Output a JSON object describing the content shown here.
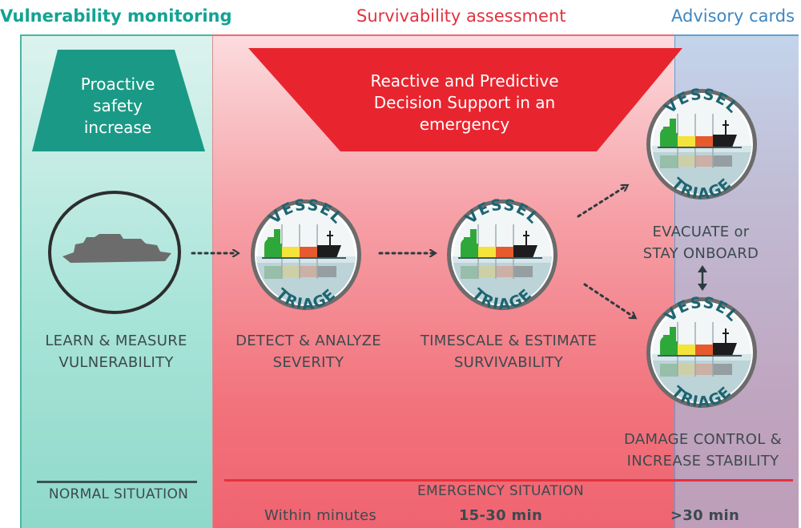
{
  "headers": {
    "vulnerability": "Vulnerability monitoring",
    "survivability": "Survivability assessment",
    "advisory": "Advisory cards"
  },
  "trapezoids": {
    "green": [
      "Proactive",
      "safety",
      "increase"
    ],
    "red": [
      "Reactive and Predictive",
      "Decision Support in an",
      "emergency"
    ]
  },
  "badge": {
    "top_text": "VESSEL",
    "bottom_text": "TRIAGE"
  },
  "steps": {
    "learn": [
      "LEARN & MEASURE",
      "VULNERABILITY"
    ],
    "detect": [
      "DETECT & ANALYZE",
      "SEVERITY"
    ],
    "timescale": [
      "TIMESCALE & ESTIMATE",
      "SURVIVABILITY"
    ],
    "evacuate": [
      "EVACUATE or",
      "STAY ONBOARD"
    ],
    "damage": [
      "DAMAGE CONTROL &",
      "INCREASE STABILITY"
    ]
  },
  "footer": {
    "normal": "NORMAL SITUATION",
    "emergency": "EMERGENCY SITUATION",
    "within": "Within minutes",
    "mid": "15-30 min",
    "long": ">30 min"
  },
  "colors": {
    "green_accent": "#12a393",
    "red_accent": "#e0323f",
    "blue_accent": "#3f86c0",
    "trap_green": "#1a9a86",
    "trap_red": "#e8252f",
    "badge_text": "#1d6470",
    "block_green": "#2fa83a",
    "block_yellow": "#f3e33a",
    "block_orange": "#e65a2e",
    "block_black": "#1d1d1d"
  }
}
